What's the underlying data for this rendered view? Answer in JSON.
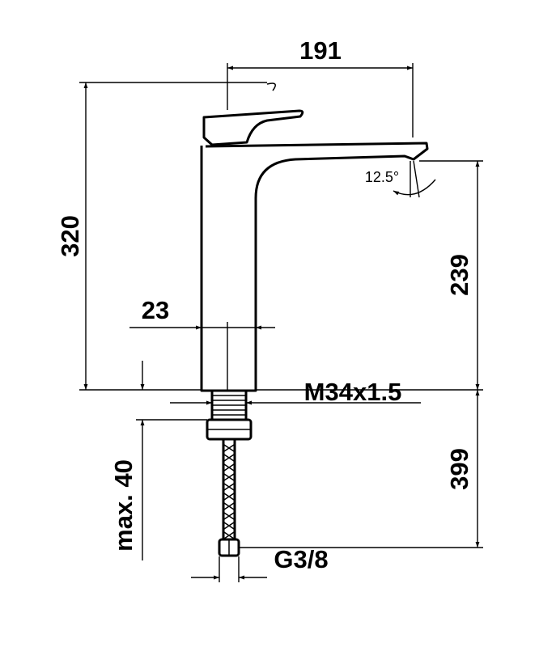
{
  "dimensions": {
    "width_top": "191",
    "total_height": "320",
    "spout_height": "239",
    "body_diameter": "23",
    "thread": "M34x1.5",
    "hose_length": "399",
    "max_thickness": "max. 40",
    "connection": "G3/8",
    "spout_angle": "12.5°"
  },
  "colors": {
    "line": "#000000",
    "background": "#ffffff"
  }
}
